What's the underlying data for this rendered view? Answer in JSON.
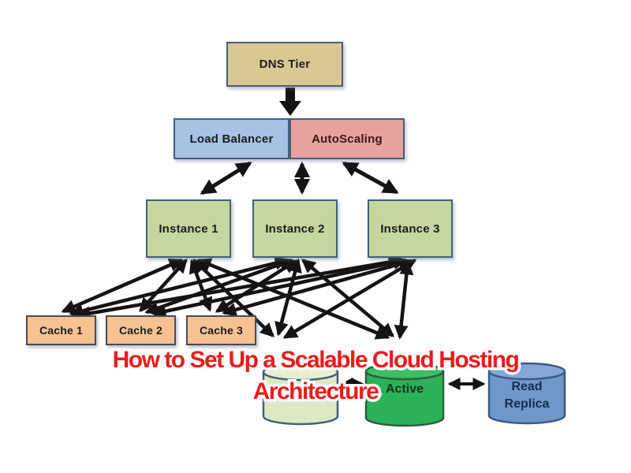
{
  "title": {
    "line1": "How to Set Up a Scalable Cloud Hosting",
    "line2": "Architecture",
    "color": "#ea1c1c",
    "outline_color": "#ffffff"
  },
  "diagram": {
    "dns": {
      "label": "DNS Tier",
      "fill": "#d8c894"
    },
    "load_balancer": {
      "label": "Load Balancer",
      "fill": "#a6c3e6"
    },
    "autoscaling": {
      "label": "AutoScaling",
      "fill": "#e7a2a0"
    },
    "instances": [
      {
        "label": "Instance 1",
        "fill": "#c5d69e"
      },
      {
        "label": "Instance 2",
        "fill": "#c5d69e"
      },
      {
        "label": "Instance 3",
        "fill": "#c5d69e"
      }
    ],
    "caches": [
      {
        "label": "Cache 1",
        "fill": "#f7c291"
      },
      {
        "label": "Cache 2",
        "fill": "#f7c291"
      },
      {
        "label": "Cache 3",
        "fill": "#f7c291"
      }
    ],
    "databases": [
      {
        "label": "",
        "label_visible": false,
        "fill": "#dde9c4"
      },
      {
        "label": "Active",
        "label_visible": true,
        "fill": "#2bb258"
      },
      {
        "label_lines": [
          "Read",
          "Replica"
        ],
        "label_visible": true,
        "fill": "#6f97ca"
      }
    ],
    "connections": {
      "dns_to_lb": "DNS Tier → Load Balancer/AutoScaling (thick down arrow)",
      "lb_to_instances": "Load Balancer/AutoScaling ↔ Instance 1, 2, 3 (double-headed arrows)",
      "instances_to_caches": "Each instance ↔ each cache (crisscrossing double-headed arrows)",
      "instances_to_databases": "Each instance ↔ left database and Active database (double-headed arrows)",
      "database_replication": "Left database ↔ Active ↔ Read Replica (double-headed arrows)"
    },
    "border_color": "#44607a",
    "arrow_color": "#141414"
  }
}
